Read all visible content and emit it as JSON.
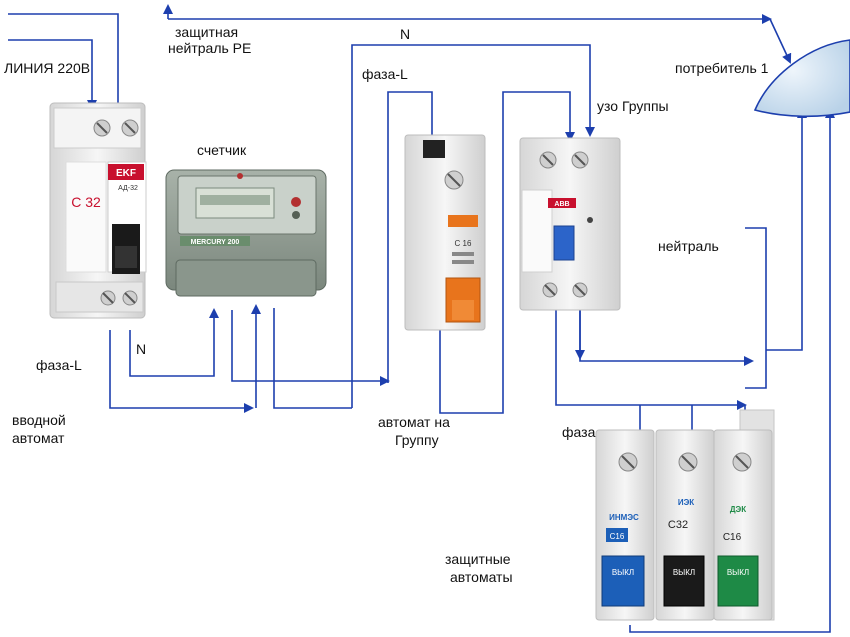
{
  "labels": {
    "pe_line1": "защитная",
    "pe_line2": "нейтраль PE",
    "n_top": "N",
    "line_220": "ЛИНИЯ 220В",
    "consumer": "потребитель 1",
    "phase_top": "фаза-L",
    "uzo": "узо Группы",
    "meter": "счетчик",
    "neutral": "нейтраль",
    "n_left": "N",
    "phase_left": "фаза-L",
    "input_line1": "вводной",
    "input_line2": "автомат",
    "group_line1": "автомат на",
    "group_line2": "Группу",
    "phase_right": "фаза",
    "protective_line1": "защитные",
    "protective_line2": "автоматы"
  },
  "devices": {
    "input_breaker": {
      "brand": "EKF",
      "rating": "C 32",
      "model": "АД-32"
    },
    "meter": {
      "brand": "MERCURY 200"
    },
    "group_breaker": {
      "rating": "C 16"
    },
    "uzo": {
      "brand": "ABB"
    },
    "breakers": [
      {
        "brand": "ИНМЭС",
        "rating": "C16",
        "button": "ВЫКЛ",
        "color": "#1c5fb8"
      },
      {
        "brand": "ИЭК",
        "rating": "C32",
        "button": "ВЫКЛ",
        "color": "#1a1a1a"
      },
      {
        "brand": "ДЭК",
        "rating": "C16",
        "button": "ВЫКЛ",
        "color": "#1e8a46"
      }
    ]
  },
  "colors": {
    "wire": "#1d3fae",
    "device_body": "#ececec",
    "meter_body": "#8d9a8f",
    "orange_toggle": "#e8741c",
    "blue_toggle": "#2c64c9",
    "consumer_fill": "#d3e4f2"
  }
}
